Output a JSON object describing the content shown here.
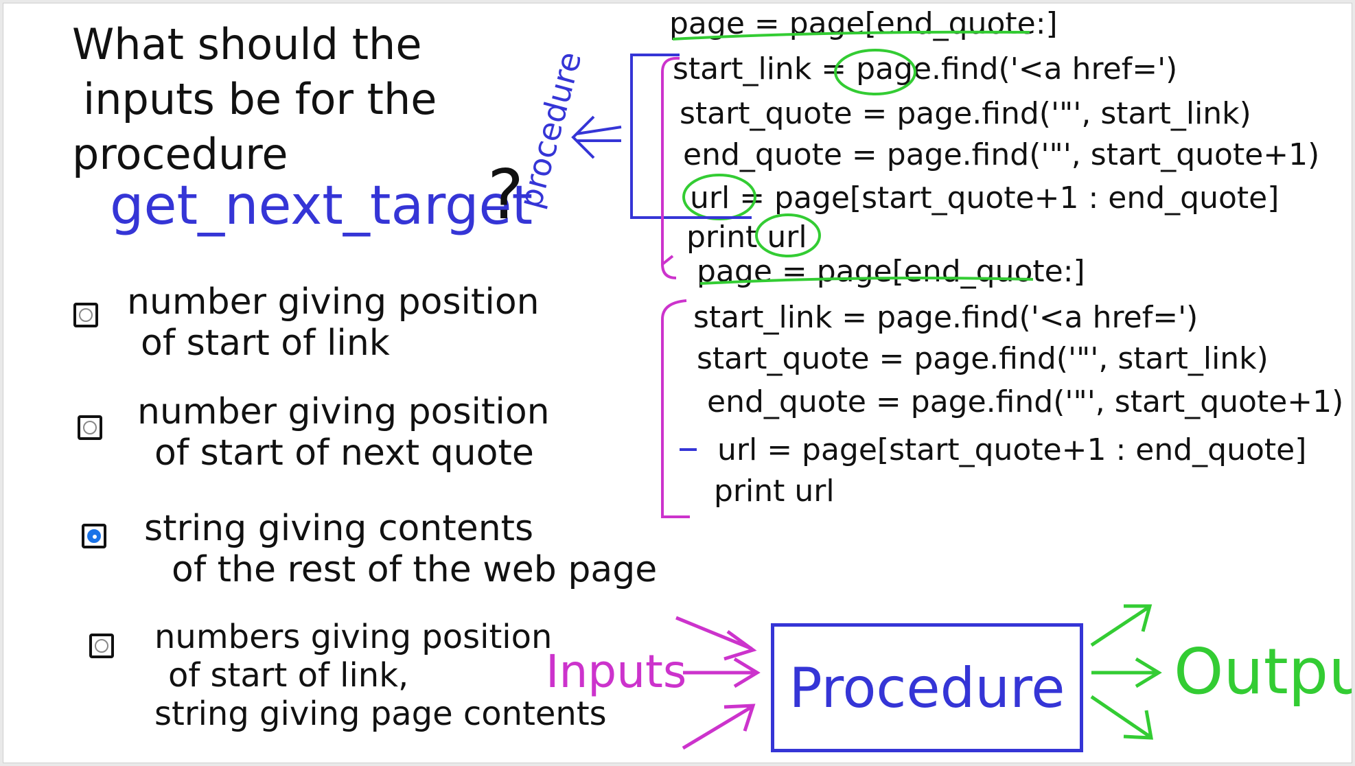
{
  "question": {
    "lines": [
      "What should the",
      "inputs be for the",
      "procedure"
    ],
    "procedure_name": "get_next_target",
    "mark": "?"
  },
  "side_label": "procedure",
  "options": [
    {
      "lines": [
        "number giving position",
        "of start of link"
      ],
      "selected": false
    },
    {
      "lines": [
        "number giving position",
        "of start of next quote"
      ],
      "selected": false
    },
    {
      "lines": [
        "string giving contents",
        "of the rest of the web page"
      ],
      "selected": true
    },
    {
      "lines": [
        "numbers giving position",
        "of start of link,",
        "string giving page contents"
      ],
      "selected": false
    }
  ],
  "code_block_1": [
    "page = page[end_quote:]",
    "start_link = page.find('<a href=')",
    "start_quote = page.find('\"', start_link)",
    "end_quote = page.find('\"', start_quote+1)",
    "url = page[start_quote+1 : end_quote]",
    "print url",
    "page = page[end_quote:]"
  ],
  "code_block_2": [
    "start_link = page.find('<a href=')",
    "start_quote = page.find('\"', start_link)",
    "end_quote = page.find('\"', start_quote+1)",
    "url = page[start_quote+1 : end_quote]",
    "print url"
  ],
  "diagram": {
    "inputs": "Inputs",
    "procedure": "Procedure",
    "outputs": "Outputs"
  },
  "colors": {
    "blue": "#3535d6",
    "green": "#33cc33",
    "magenta": "#cc33cc",
    "black": "#111111",
    "selected": "#1a73e8"
  }
}
